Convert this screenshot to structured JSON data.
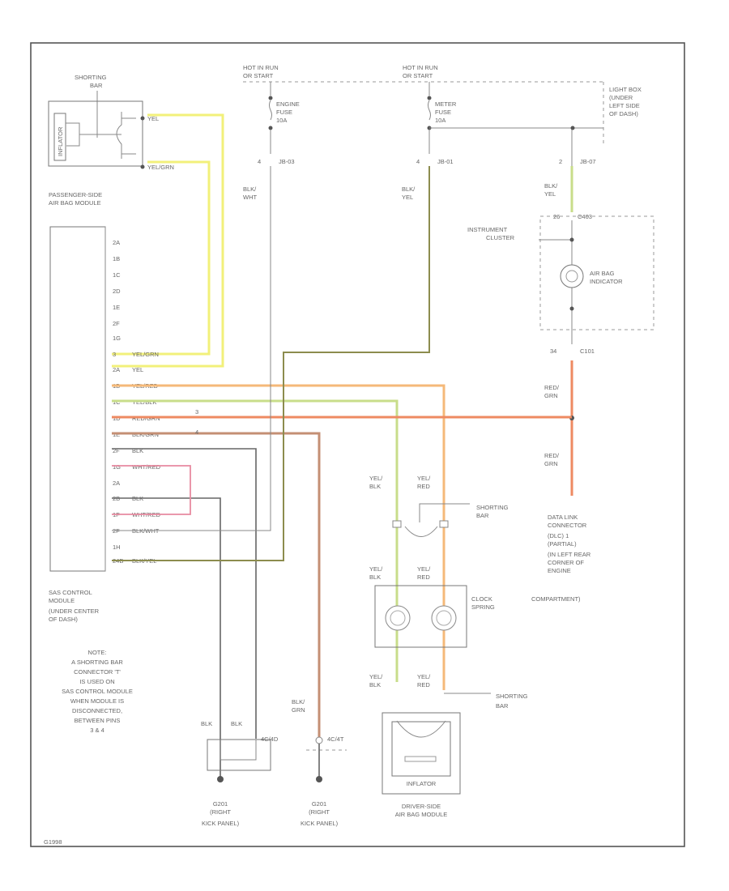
{
  "colors": {
    "yellow": "#f2f07a",
    "yellow_green": "#c8dd8a",
    "orange": "#f5b979",
    "red": "#ee8a62",
    "brown": "#c48f74",
    "black": "#666666",
    "pink": "#e88aa0"
  },
  "power": {
    "hot1": [
      "HOT IN RUN",
      "OR START"
    ],
    "hot2": [
      "HOT IN RUN",
      "OR START"
    ],
    "fuse1": [
      "ENGINE",
      "FUSE",
      "10A"
    ],
    "fuse2": [
      "METER",
      "FUSE",
      "10A"
    ],
    "junction": [
      "LIGHT BOX",
      "(UNDER",
      "LEFT SIDE",
      "OF DASH)"
    ],
    "pin1": "4",
    "conn1": "JB-03",
    "pin2": "4",
    "conn2": "JB-01",
    "pin3": "2",
    "conn3": "JB-07"
  },
  "wire_labels": {
    "w1": [
      "BLK/",
      "WHT"
    ],
    "w2": [
      "BLK/",
      "YEL"
    ],
    "w3": [
      "BLK/",
      "YEL"
    ],
    "w4": [
      "RED/",
      "GRN"
    ],
    "w5": [
      "RED/",
      "GRN"
    ],
    "w6": [
      "YEL/",
      "BLK"
    ],
    "w7": [
      "YEL/",
      "RED"
    ],
    "w8": [
      "YEL/",
      "BLK"
    ],
    "w9": [
      "YEL/",
      "RED"
    ],
    "w10": [
      "YEL/",
      "BLK"
    ],
    "w11": [
      "YEL/",
      "RED"
    ],
    "w12": [
      "BLK/",
      "GRN"
    ],
    "blk1": "BLK",
    "blk2": "BLK"
  },
  "cluster": {
    "label": [
      "INSTRUMENT",
      "CLUSTER"
    ],
    "pin": "26",
    "conn": "C403",
    "lamp": [
      "AIR BAG",
      "INDICATOR"
    ]
  },
  "c101": {
    "pin": "34",
    "conn": "C101"
  },
  "passenger_module": {
    "shorting_bar": [
      "SHORTING",
      "BAR"
    ],
    "inflator": [
      "INFLATOR"
    ],
    "pin_yel": "YEL",
    "pin_yel_grn": "YEL/GRN",
    "name": [
      "PASSENGER-SIDE",
      "AIR BAG MODULE"
    ]
  },
  "sas_module": {
    "pins_top": [
      "2A",
      "1B",
      "1C",
      "2D",
      "1E",
      "2F",
      "1G"
    ],
    "rows": [
      {
        "pin": "3",
        "wire": "YEL/GRN"
      },
      {
        "pin": "2A",
        "wire": "YEL"
      },
      {
        "pin": "1B",
        "wire": "YEL/RED"
      },
      {
        "pin": "1C",
        "wire": "YEL/BLK"
      },
      {
        "pin": "1D",
        "wire": "RED/GRN"
      },
      {
        "pin": "1E",
        "wire": "BLK/GRN"
      },
      {
        "pin": "2F",
        "wire": "BLK"
      },
      {
        "pin": "1G",
        "wire": "WHT/RED"
      },
      {
        "pin": "2A",
        "wire": ""
      },
      {
        "pin": "2B",
        "wire": "BLK"
      },
      {
        "pin": "1F",
        "wire": "WHT/RED"
      },
      {
        "pin": "2F",
        "wire": "BLK/WHT"
      },
      {
        "pin": "1H",
        "wire": ""
      },
      {
        "pin": "24B",
        "wire": "BLK/YEL"
      }
    ],
    "marker1": "3",
    "marker2": "4",
    "name": [
      "SAS CONTROL",
      "MODULE",
      "(UNDER CENTER",
      "OF DASH)"
    ]
  },
  "note": [
    "NOTE:",
    "A SHORTING BAR",
    "CONNECTOR 'T'",
    "IS USED ON",
    "SAS CONTROL MODULE",
    "WHEN MODULE IS",
    "DISCONNECTED,",
    "BETWEEN PINS",
    "3 & 4"
  ],
  "shorting_bar_mid": [
    "SHORTING",
    "BAR"
  ],
  "clock_spring": [
    "CLOCK",
    "SPRING"
  ],
  "dlc": [
    "DATA LINK",
    "CONNECTOR",
    "(DLC) 1",
    "(PARTIAL)",
    "(IN LEFT REAR",
    "CORNER OF",
    "ENGINE",
    "COMPARTMENT)"
  ],
  "shorting_bar_low": [
    "SHORTING",
    "BAR"
  ],
  "driver_module": {
    "inflator": "INFLATOR",
    "name": [
      "DRIVER-SIDE",
      "AIR BAG MODULE"
    ]
  },
  "ground1": {
    "label": [
      "G201",
      "(RIGHT",
      "KICK PANEL)"
    ],
    "pin": "4C/4D"
  },
  "ground2": {
    "label": [
      "G201",
      "(RIGHT",
      "KICK PANEL)"
    ],
    "pin": "4C/4T"
  },
  "footer": "G1998"
}
